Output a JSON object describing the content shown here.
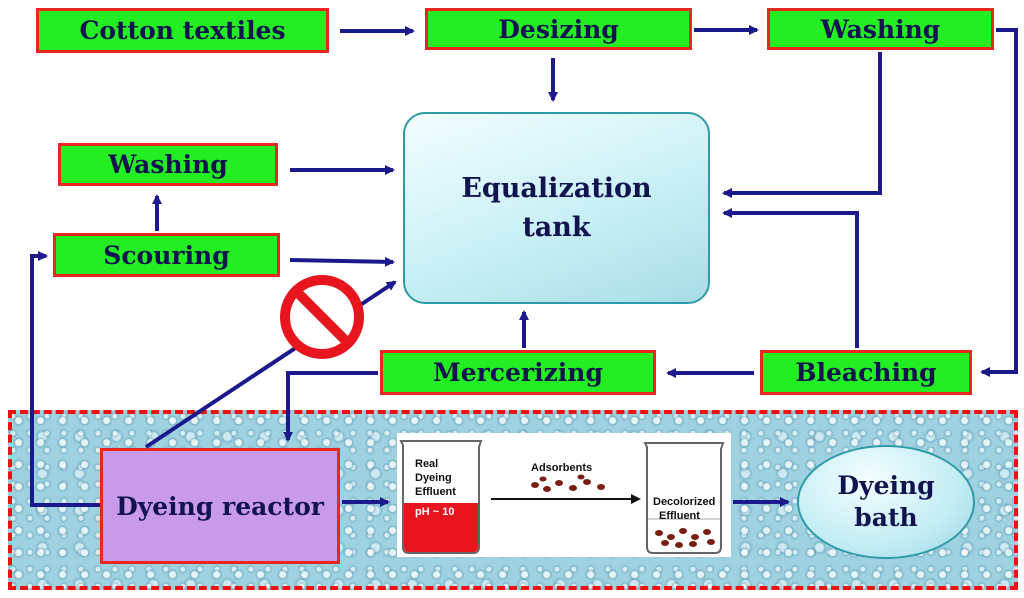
{
  "boxes": {
    "cotton_textiles": "Cotton textiles",
    "desizing": "Desizing",
    "washing_top": "Washing",
    "washing_left": "Washing",
    "scouring": "Scouring",
    "mercerizing": "Mercerizing",
    "bleaching": "Bleaching"
  },
  "tank": {
    "line1": "Equalization",
    "line2": "tank"
  },
  "reactor": "Dyeing reactor",
  "bath": {
    "line1": "Dyeing",
    "line2": "bath"
  },
  "inset": {
    "beaker_left": [
      "Real",
      "Dyeing",
      "Effluent",
      "pH ~ 10"
    ],
    "adsorbents": "Adsorbents",
    "beaker_right": [
      "Decolorized",
      "Effluent"
    ]
  },
  "colors": {
    "process_box": "#22ee22",
    "box_border": "#e8281e",
    "arrow": "#1a1a8c",
    "reactor": "#c89ae9",
    "effluent": "#e8141e",
    "prohibit": "#e8141e"
  }
}
